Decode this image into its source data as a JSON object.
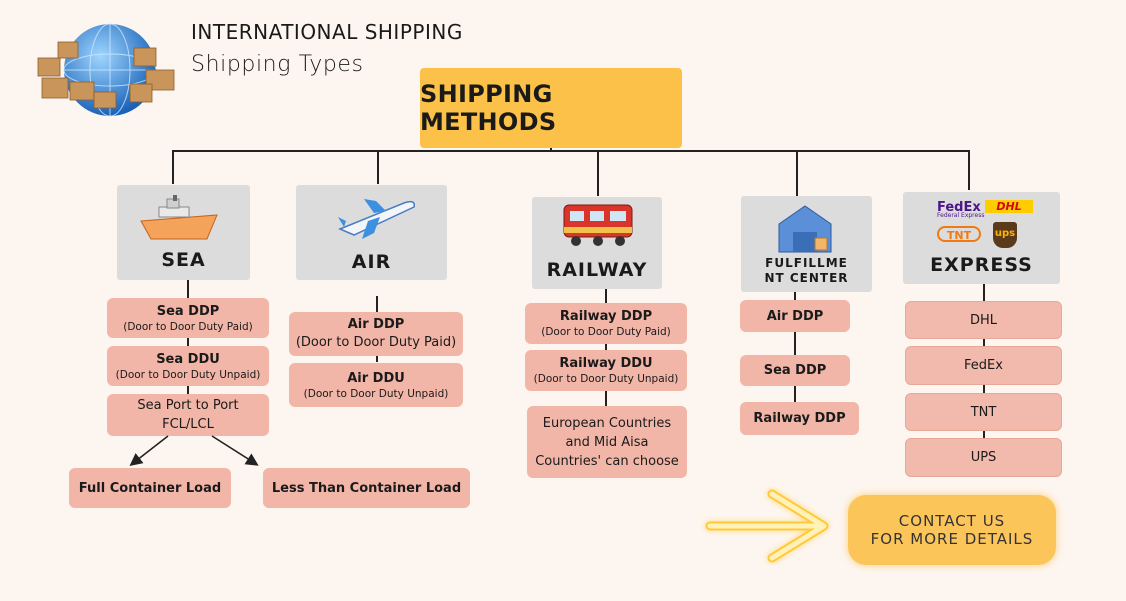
{
  "header": {
    "title": "INTERNATIONAL SHIPPING",
    "subtitle": "Shipping Types"
  },
  "main": {
    "label": "SHIPPING METHODS"
  },
  "categories": {
    "sea": {
      "label": "SEA",
      "items": [
        {
          "title": "Sea DDP",
          "sub": "(Door to Door Duty Paid)"
        },
        {
          "title": "Sea DDU",
          "sub": "(Door to Door Duty Unpaid)"
        },
        {
          "title": "Sea Port to Port",
          "sub": "FCL/LCL"
        }
      ],
      "sub_options": [
        "Full Container Load",
        "Less Than Container Load"
      ]
    },
    "air": {
      "label": "AIR",
      "items": [
        {
          "title": "Air DDP",
          "sub": "(Door to Door Duty Paid)"
        },
        {
          "title": "Air DDU",
          "sub": "(Door to Door Duty Unpaid)"
        }
      ]
    },
    "railway": {
      "label": "RAILWAY",
      "items": [
        {
          "title": "Railway DDP",
          "sub": "(Door to Door Duty Paid)"
        },
        {
          "title": "Railway DDU",
          "sub": "(Door to Door Duty Unpaid)"
        },
        {
          "title": "European Countries and Mid Aisa Countries' can choose"
        }
      ]
    },
    "fulfillment": {
      "label_line1": "FULFILLME",
      "label_line2": "NT CENTER",
      "items": [
        "Air DDP",
        "Sea DDP",
        "Railway DDP"
      ]
    },
    "express": {
      "label": "EXPRESS",
      "logos": [
        "FedEx",
        "DHL",
        "TNT",
        "ups",
        "Federal Express"
      ],
      "items": [
        "DHL",
        "FedEx",
        "TNT",
        "UPS"
      ]
    }
  },
  "cta": {
    "line1": "CONTACT US",
    "line2": "FOR MORE DETAILS"
  },
  "colors": {
    "main": "#fcc148",
    "box": "#f2b6a8",
    "category": "#dcdcdc",
    "cta": "#fcc55a"
  }
}
